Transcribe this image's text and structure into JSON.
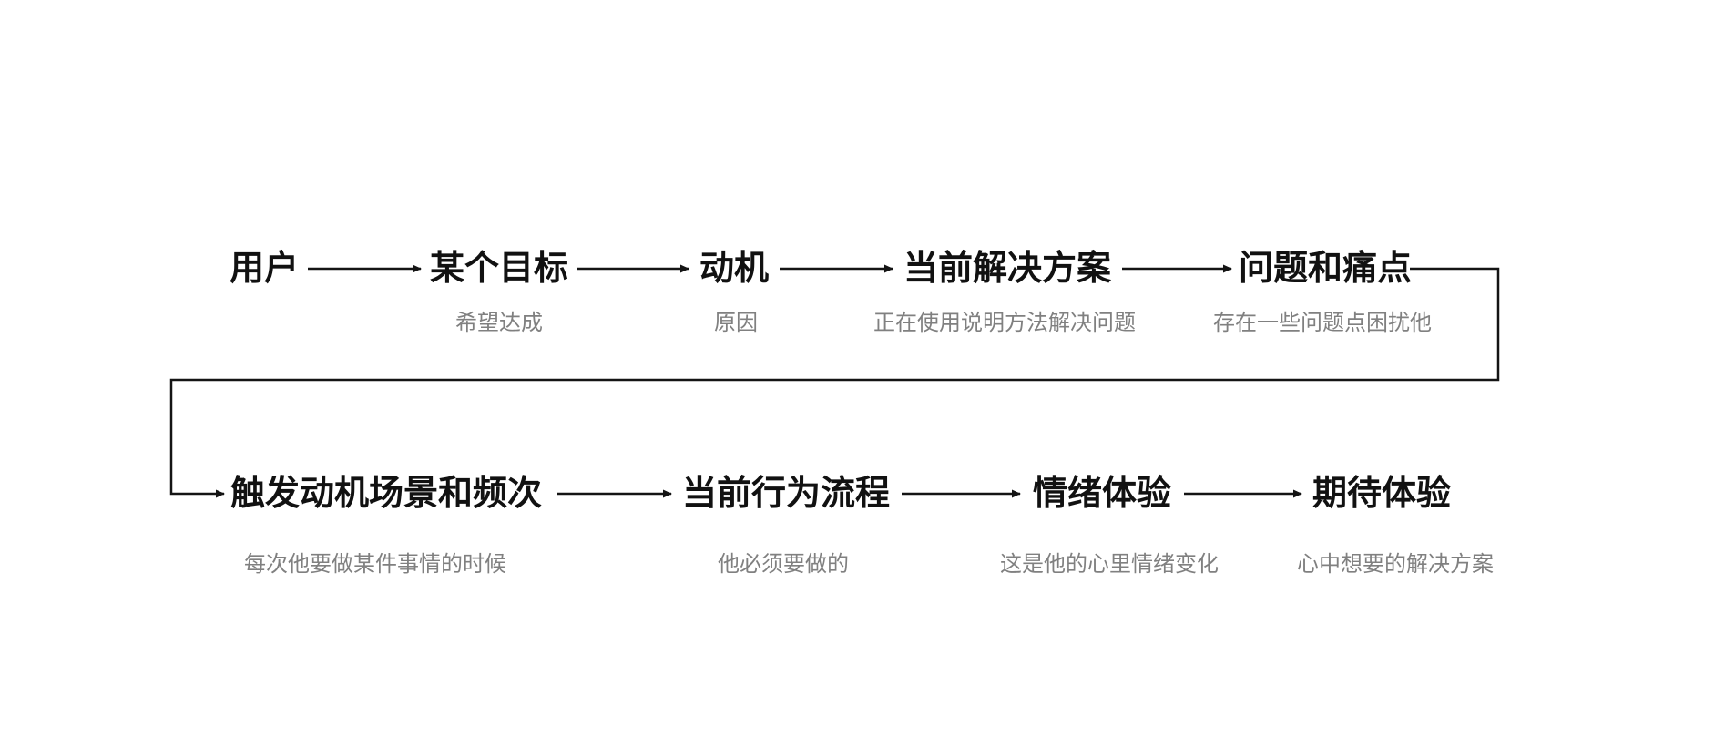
{
  "diagram": {
    "background": "#ffffff",
    "line_color": "#141414",
    "label_color": "#111111",
    "note_color": "#808080",
    "row1": [
      {
        "label": "用户",
        "note": ""
      },
      {
        "label": "某个目标",
        "note": "希望达成"
      },
      {
        "label": "动机",
        "note": "原因"
      },
      {
        "label": "当前解决方案",
        "note": "正在使用说明方法解决问题"
      },
      {
        "label": "问题和痛点",
        "note": "存在一些问题点困扰他"
      }
    ],
    "row2": [
      {
        "label": "触发动机场景和频次",
        "note": "每次他要做某件事情的时候"
      },
      {
        "label": "当前行为流程",
        "note": "他必须要做的"
      },
      {
        "label": "情绪体验",
        "note": "这是他的心里情绪变化"
      },
      {
        "label": "期待体验",
        "note": "心中想要的解决方案"
      }
    ]
  }
}
